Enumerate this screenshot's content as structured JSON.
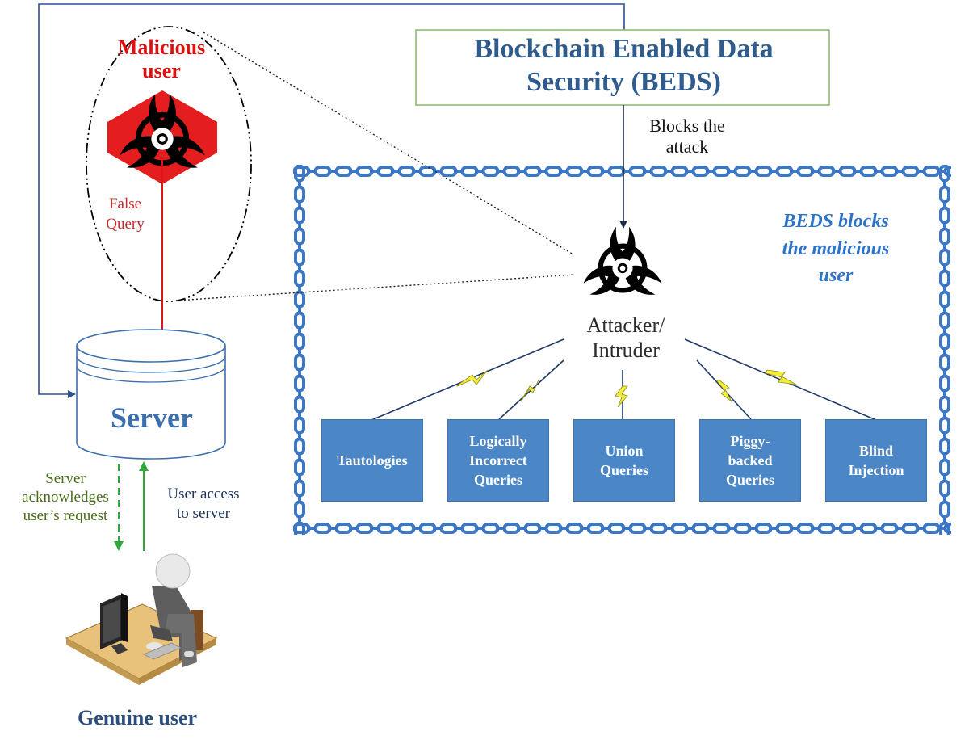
{
  "header": {
    "beds_title": "Blockchain Enabled Data\nSecurity (BEDS)"
  },
  "malicious": {
    "label": "Malicious\nuser",
    "false_query": "False\nQuery"
  },
  "blocks_label": "Blocks the\nattack",
  "beds_blocks_label": "BEDS blocks\nthe malicious\nuser",
  "attacker_label": "Attacker/\nIntruder",
  "server_label": "Server",
  "acknowledge_label": "Server\nacknowledges\nuser’s request",
  "access_label": "User access\nto server",
  "genuine_user_label": "Genuine user",
  "queries": [
    {
      "label": "Tautologies"
    },
    {
      "label": "Logically\nIncorrect\nQueries"
    },
    {
      "label": "Union\nQueries"
    },
    {
      "label": "Piggy-\nbacked\nQueries"
    },
    {
      "label": "Blind\nInjection"
    }
  ],
  "icons": {
    "malicious": "biohazard-icon",
    "attacker": "biohazard-icon",
    "genuine_user": "computer-user-icon"
  },
  "colors": {
    "beds_title": "#2f5c8c",
    "malicious": "#e01010",
    "chain": "#3d76c2",
    "query_box": "#4b86c6",
    "server": "#3c6fae",
    "green_arrow": "#2ea83a",
    "red_arrow": "#e01515",
    "lightning": "#f3ee3a"
  }
}
